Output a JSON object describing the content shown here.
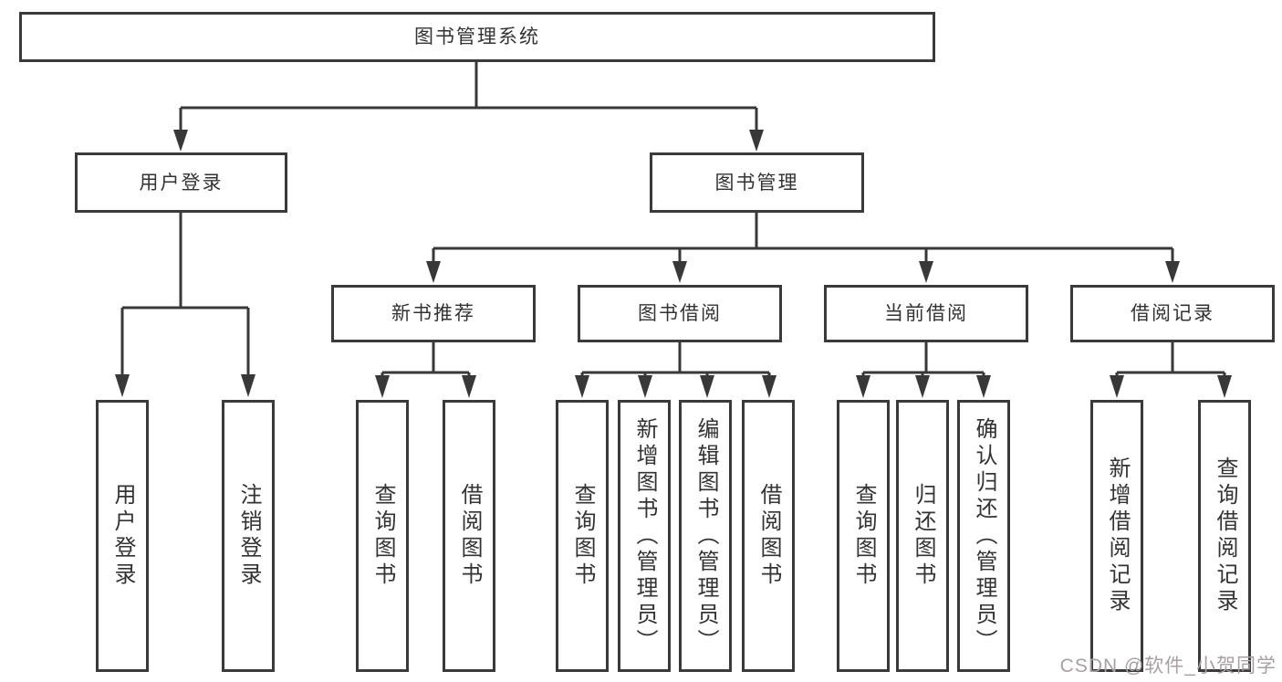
{
  "nodes": {
    "root": "图书管理系统",
    "user_login": "用户登录",
    "book_mgmt": "图书管理",
    "new_book_rec": "新书推荐",
    "book_borrow": "图书借阅",
    "current_borrow": "当前借阅",
    "borrow_record": "借阅记录",
    "leaf_user_login": "用户登录",
    "leaf_logout": "注销登录",
    "leaf_query_book_rec": "查询图书",
    "leaf_borrow_book_rec": "借阅图书",
    "leaf_query_book_borrow": "查询图书",
    "leaf_add_book_admin": "新增图书（管理员）",
    "leaf_edit_book_admin": "编辑图书（管理员）",
    "leaf_borrow_book_borrow": "借阅图书",
    "leaf_query_book_current": "查询图书",
    "leaf_return_book": "归还图书",
    "leaf_confirm_return_admin": "确认归还（管理员）",
    "leaf_add_borrow_record": "新增借阅记录",
    "leaf_query_borrow_record": "查询借阅记录"
  },
  "watermark": {
    "text": "CSDN @软件_小贺同学",
    "color": "#a89fa1"
  },
  "colors": {
    "line": "#383838",
    "box_border": "#3a3a3a",
    "text": "#333333",
    "background": "#ffffff"
  }
}
